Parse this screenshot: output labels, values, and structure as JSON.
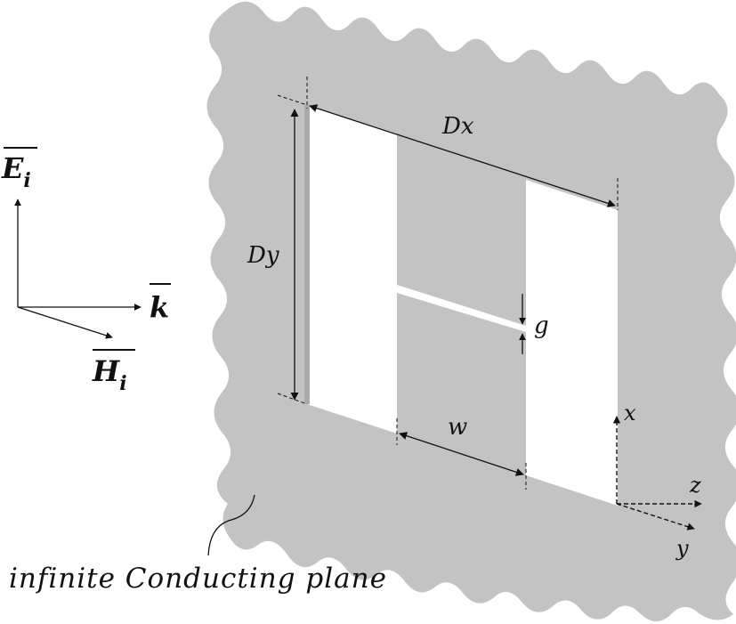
{
  "labels": {
    "dx": "Dx",
    "dy": "Dy",
    "g": "g",
    "w": "w",
    "axis_x": "x",
    "axis_y": "y",
    "axis_z": "z",
    "e_field": "E",
    "e_sub": "i",
    "h_field": "H",
    "h_sub": "i",
    "k_vector": "k",
    "plane_caption": "infinite Conducting plane"
  },
  "colors": {
    "plane": "#c3c3c3",
    "slot": "#ffffff",
    "lines": "#111111"
  }
}
